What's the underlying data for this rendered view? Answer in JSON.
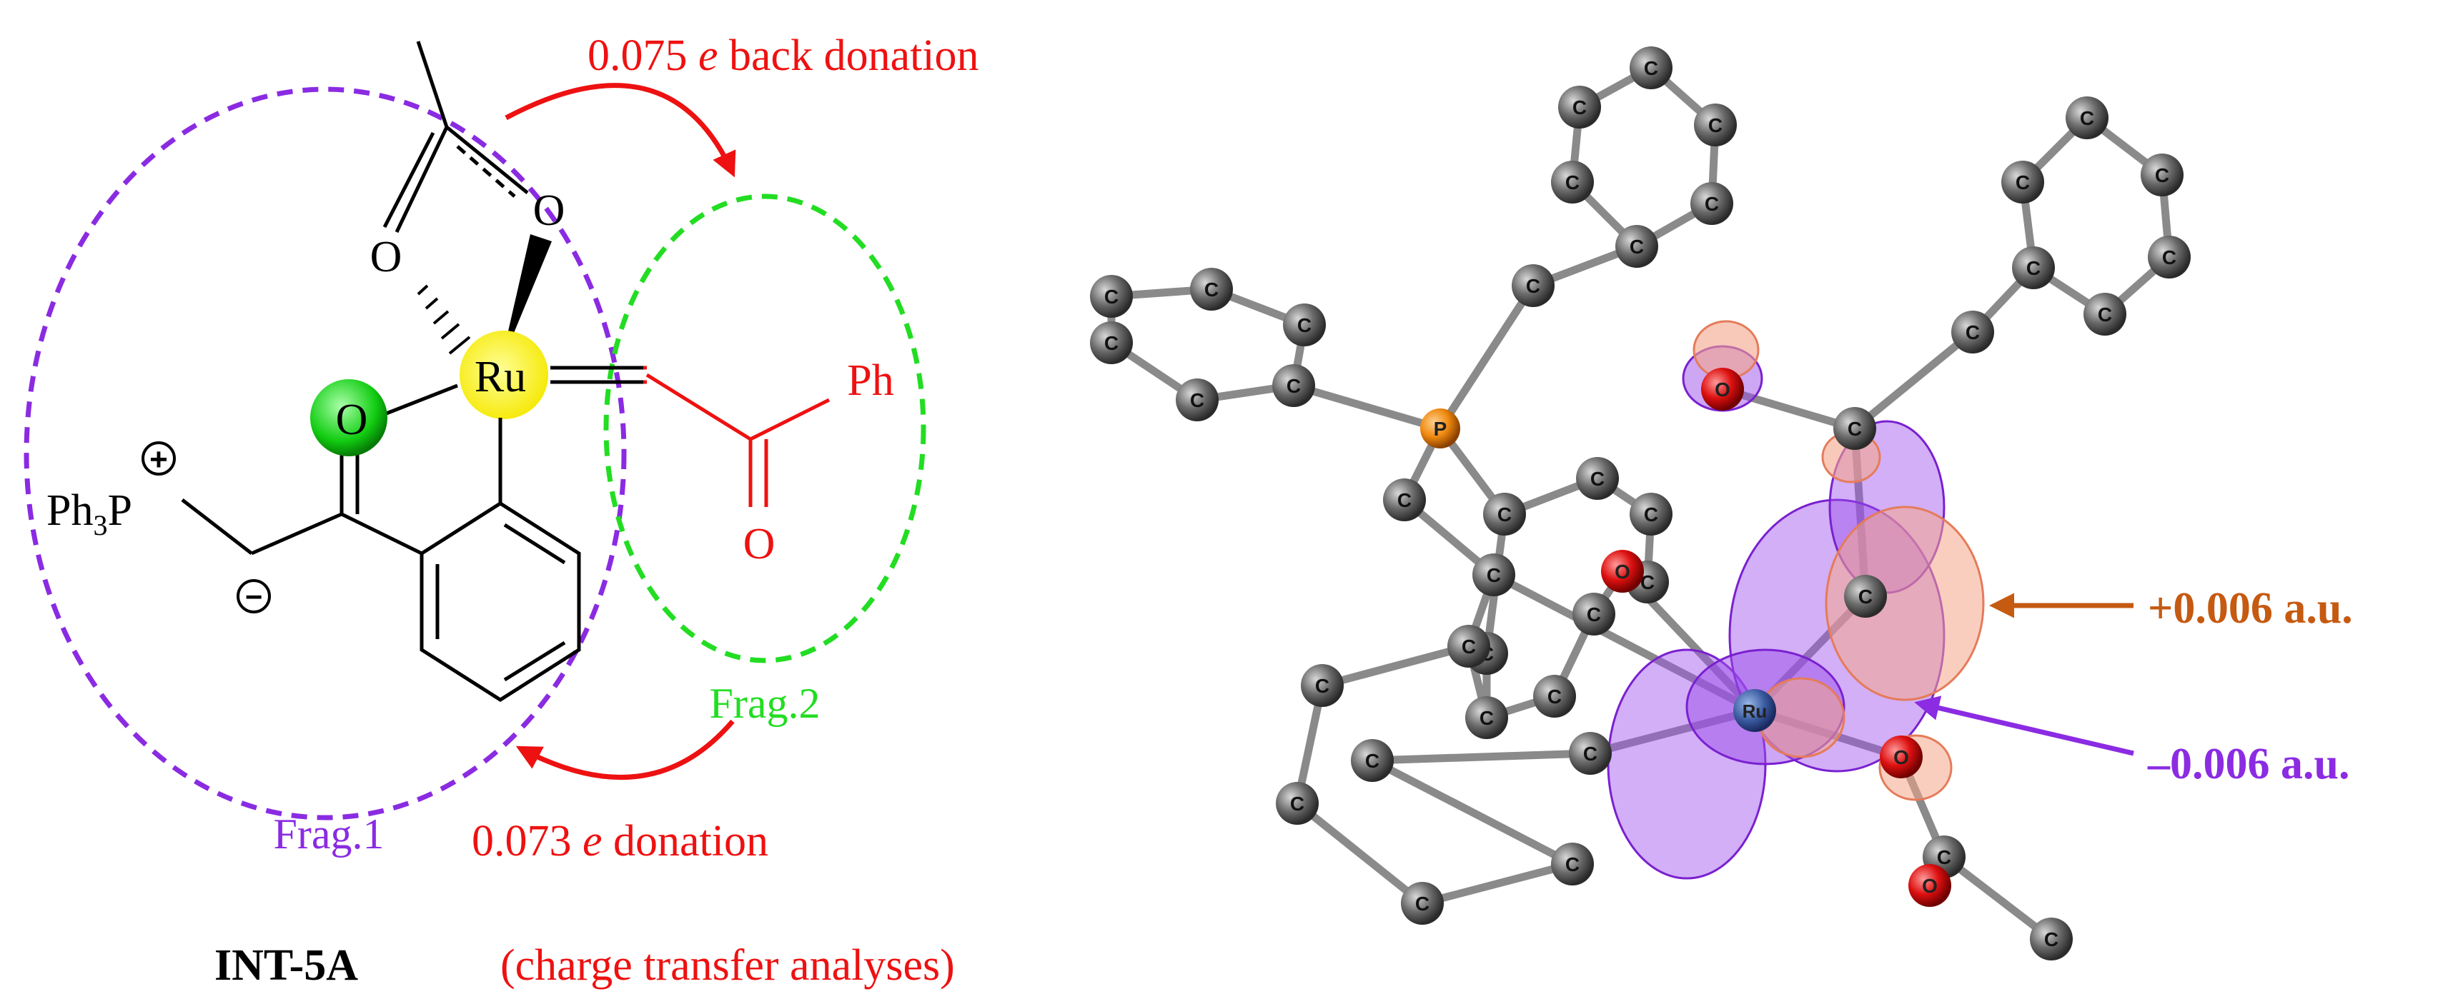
{
  "scheme": {
    "ph3p": "Ph",
    "ph3p_sub": "3",
    "ph3p_p": "P",
    "plus": "+",
    "minus": "−",
    "carbonyl_o_left": "O",
    "ru": "Ru",
    "acetate_o_left": "O",
    "acetate_o_right": "O",
    "ph": "Ph",
    "carbonyl_o_right": "O",
    "frag1": "Frag.1",
    "frag2": "Frag.2",
    "back_donation_value": "0.075",
    "back_donation_unit": "e",
    "back_donation_text": "back donation",
    "donation_value": "0.073",
    "donation_unit": "e",
    "donation_text": "donation",
    "compound": "INT-5A",
    "analysis": "(charge transfer analyses)"
  },
  "model": {
    "atom_c": "C",
    "atom_o": "O",
    "atom_p": "P",
    "atom_ru": "Ru",
    "positive_label": "+0.006 a.u.",
    "negative_label": "–0.006 a.u."
  },
  "colors": {
    "frag1": "#8a2be2",
    "frag2": "#22dd22",
    "arrow": "#ee1111",
    "positive": "#c55a11",
    "negative": "#8b2be2",
    "ru_highlight": "#ffff33",
    "o_highlight": "#22cc22"
  }
}
